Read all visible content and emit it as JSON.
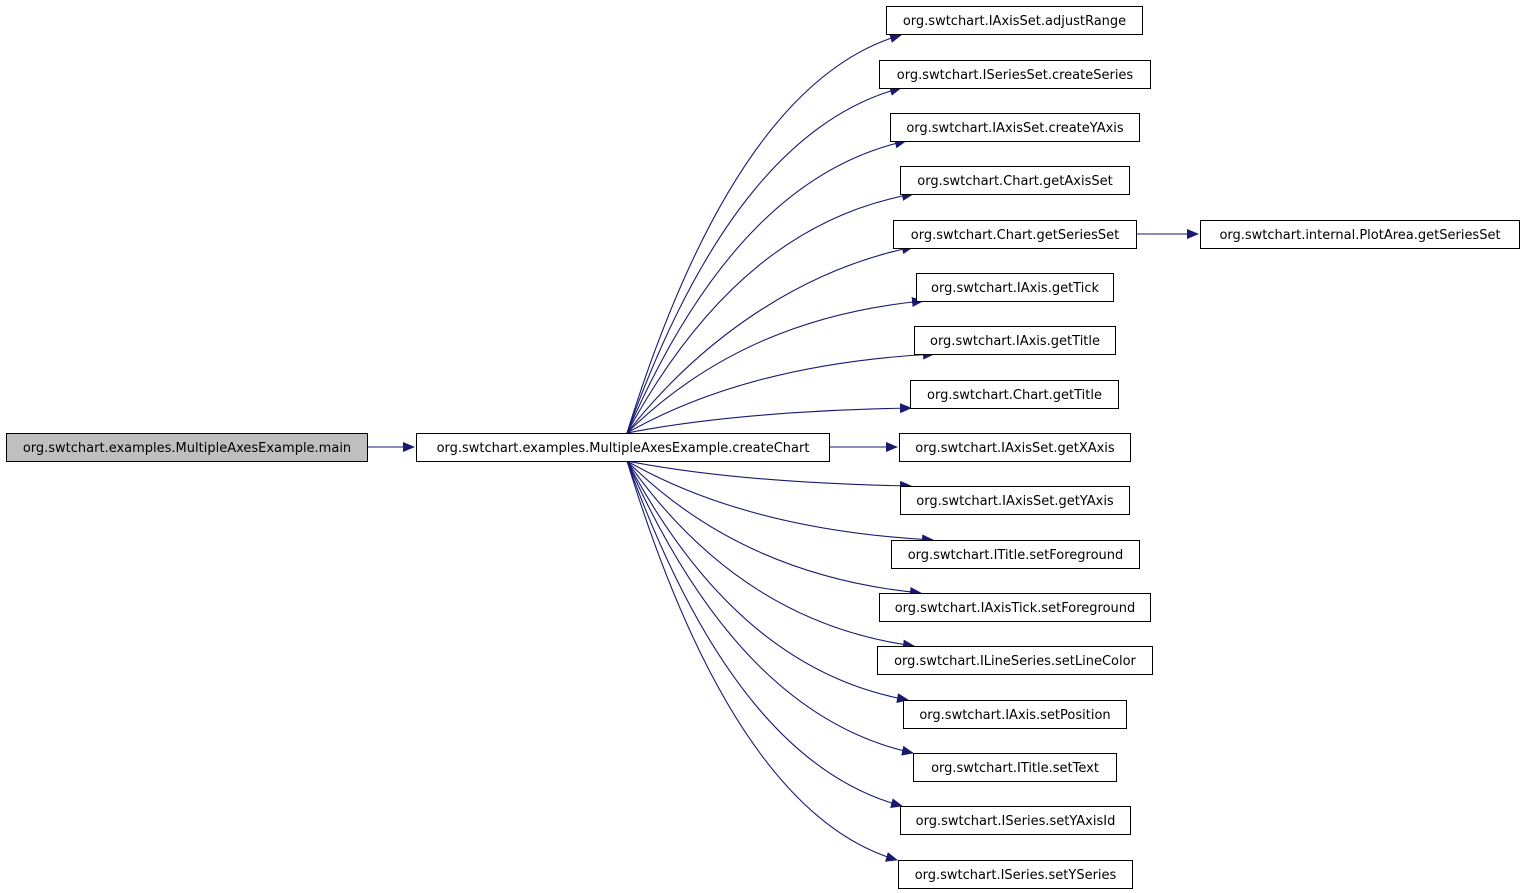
{
  "colors": {
    "edge": "#191970",
    "root_fill": "#bfbfbf",
    "node_fill": "#ffffff",
    "border": "#000000"
  },
  "nodes": {
    "root": "org.swtchart.examples.MultipleAxesExample.main",
    "createChart": "org.swtchart.examples.MultipleAxesExample.createChart",
    "adjustRange": "org.swtchart.IAxisSet.adjustRange",
    "createSeries": "org.swtchart.ISeriesSet.createSeries",
    "createYAxis": "org.swtchart.IAxisSet.createYAxis",
    "getAxisSet": "org.swtchart.Chart.getAxisSet",
    "getSeriesSet": "org.swtchart.Chart.getSeriesSet",
    "plotAreaGetSeriesSet": "org.swtchart.internal.PlotArea.getSeriesSet",
    "getTick": "org.swtchart.IAxis.getTick",
    "axisGetTitle": "org.swtchart.IAxis.getTitle",
    "chartGetTitle": "org.swtchart.Chart.getTitle",
    "getXAxis": "org.swtchart.IAxisSet.getXAxis",
    "getYAxis": "org.swtchart.IAxisSet.getYAxis",
    "titleSetForeground": "org.swtchart.ITitle.setForeground",
    "tickSetForeground": "org.swtchart.IAxisTick.setForeground",
    "setLineColor": "org.swtchart.ILineSeries.setLineColor",
    "setPosition": "org.swtchart.IAxis.setPosition",
    "setText": "org.swtchart.ITitle.setText",
    "setYAxisId": "org.swtchart.ISeries.setYAxisId",
    "setYSeries": "org.swtchart.ISeries.setYSeries"
  },
  "edges": [
    [
      "root",
      "createChart"
    ],
    [
      "createChart",
      "adjustRange"
    ],
    [
      "createChart",
      "createSeries"
    ],
    [
      "createChart",
      "createYAxis"
    ],
    [
      "createChart",
      "getAxisSet"
    ],
    [
      "createChart",
      "getSeriesSet"
    ],
    [
      "createChart",
      "getTick"
    ],
    [
      "createChart",
      "axisGetTitle"
    ],
    [
      "createChart",
      "chartGetTitle"
    ],
    [
      "createChart",
      "getXAxis"
    ],
    [
      "createChart",
      "getYAxis"
    ],
    [
      "createChart",
      "titleSetForeground"
    ],
    [
      "createChart",
      "tickSetForeground"
    ],
    [
      "createChart",
      "setLineColor"
    ],
    [
      "createChart",
      "setPosition"
    ],
    [
      "createChart",
      "setText"
    ],
    [
      "createChart",
      "setYAxisId"
    ],
    [
      "createChart",
      "setYSeries"
    ],
    [
      "getSeriesSet",
      "plotAreaGetSeriesSet"
    ]
  ]
}
